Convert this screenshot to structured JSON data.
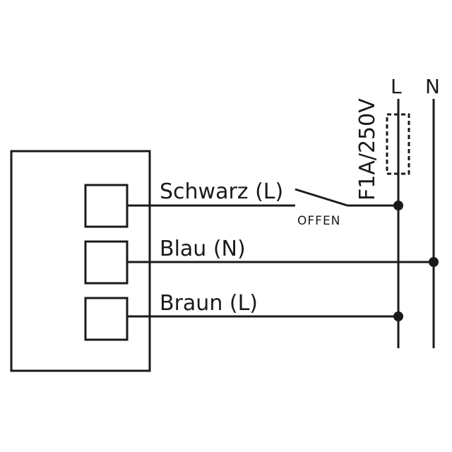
{
  "rails": {
    "live": "L",
    "neutral": "N"
  },
  "fuse": {
    "rating": "F1A/250V"
  },
  "switch": {
    "state": "OFFEN"
  },
  "wires": [
    {
      "label": "Schwarz (L)"
    },
    {
      "label": "Blau (N)"
    },
    {
      "label": "Braun (L)"
    }
  ],
  "colors": {
    "line": "#1a1a1a",
    "background": "#ffffff"
  }
}
